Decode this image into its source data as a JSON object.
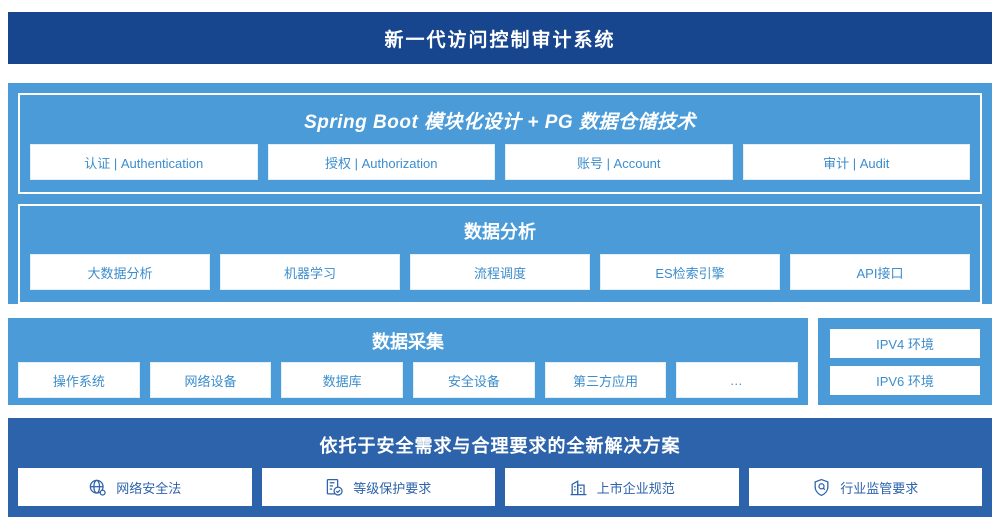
{
  "header": {
    "title": "新一代访问控制审计系统",
    "bg_color": "#17468f"
  },
  "colors": {
    "panel_blue": "#4a9bd8",
    "solution_blue": "#2d63ab",
    "card_text": "#3c8dcc",
    "card_bg": "#ffffff"
  },
  "application_layer": {
    "platform": {
      "title": "Spring Boot 模块化设计 + PG 数据仓储技术",
      "cards": [
        {
          "label": "认证 | Authentication"
        },
        {
          "label": "授权 | Authorization"
        },
        {
          "label": "账号 | Account"
        },
        {
          "label": "审计 | Audit"
        }
      ]
    },
    "analysis": {
      "title": "数据分析",
      "cards": [
        {
          "label": "大数据分析"
        },
        {
          "label": "机器学习"
        },
        {
          "label": "流程调度"
        },
        {
          "label": "ES检索引擎"
        },
        {
          "label": "API接口"
        }
      ]
    }
  },
  "collection_layer": {
    "title": "数据采集",
    "cards": [
      {
        "label": "操作系统"
      },
      {
        "label": "网络设备"
      },
      {
        "label": "数据库"
      },
      {
        "label": "安全设备"
      },
      {
        "label": "第三方应用"
      },
      {
        "label": "…"
      }
    ],
    "environments": [
      {
        "label": "IPV4 环境"
      },
      {
        "label": "IPV6 环境"
      }
    ]
  },
  "solution_layer": {
    "title": "依托于安全需求与合理要求的全新解决方案",
    "cards": [
      {
        "label": "网络安全法",
        "icon": "globe-network-icon"
      },
      {
        "label": "等级保护要求",
        "icon": "document-check-icon"
      },
      {
        "label": "上市企业规范",
        "icon": "office-building-icon"
      },
      {
        "label": "行业监管要求",
        "icon": "shield-search-icon"
      }
    ]
  }
}
